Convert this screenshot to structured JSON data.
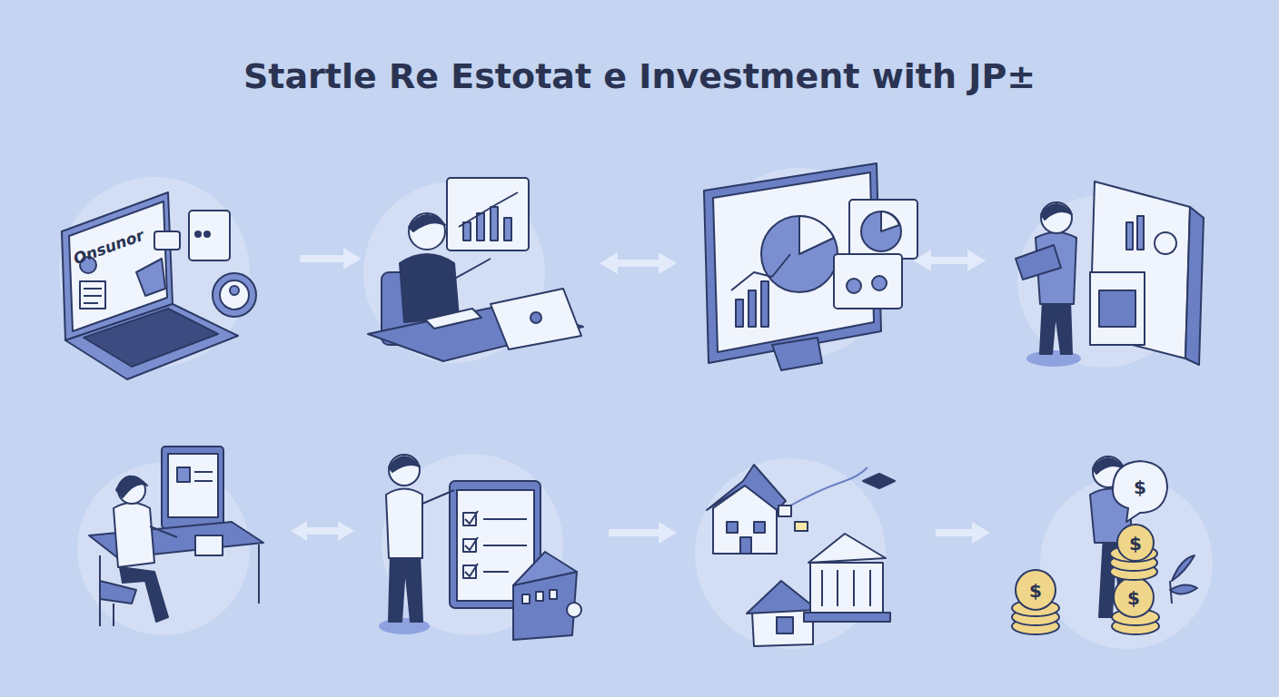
{
  "diagram": {
    "title": "Startle Re Estotat e Investment with JP±",
    "labels": [
      "Onsunor",
      "$",
      "$",
      "$",
      "$"
    ]
  }
}
